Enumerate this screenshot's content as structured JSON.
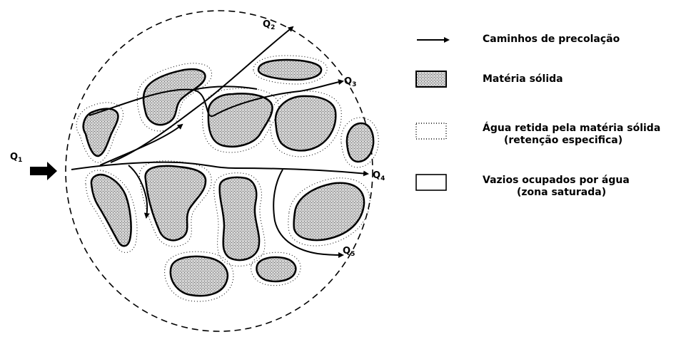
{
  "diagram": {
    "flows": {
      "q1": {
        "letter": "Q",
        "sub": "1"
      },
      "q2": {
        "letter": "Q",
        "sub": "2"
      },
      "q3": {
        "letter": "Q",
        "sub": "3"
      },
      "q4": {
        "letter": "Q",
        "sub": "4"
      },
      "q5": {
        "letter": "Q",
        "sub": "5"
      }
    }
  },
  "legend": {
    "percolation_paths": {
      "label": "Caminhos de precolação"
    },
    "solid_matter": {
      "label": "Matéria sólida"
    },
    "retained_water": {
      "label": "Água retida pela matéria sólida",
      "sublabel": "(retenção especifica)"
    },
    "water_voids": {
      "label": "Vazios ocupados por água",
      "sublabel": "(zona saturada)"
    }
  }
}
